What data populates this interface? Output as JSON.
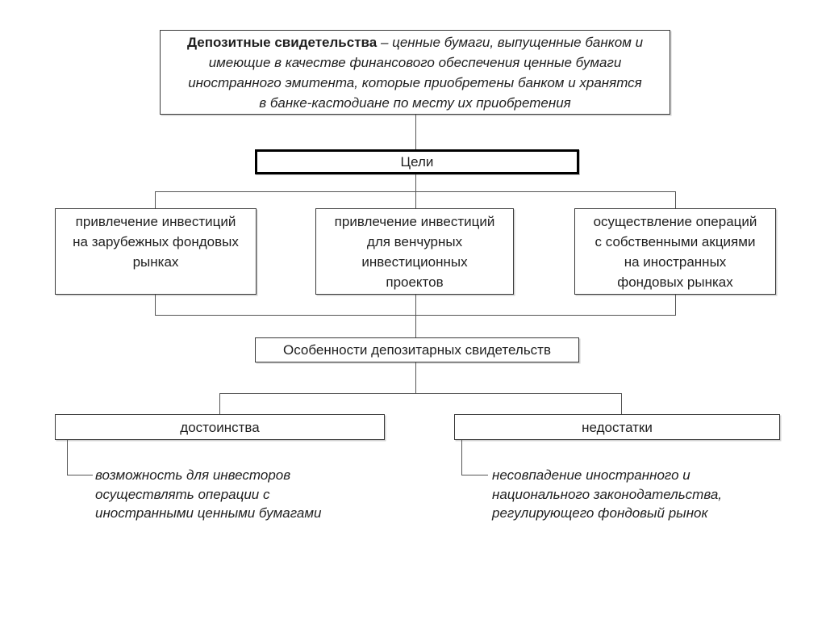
{
  "diagram": {
    "definition_box": {
      "term": "Депозитные свидетельства",
      "description": "– ценные бумаги, выпущенные банком и\nимеющие в качестве финансового обеспечения ценные бумаги\nиностранного эмитента, которые приобретены банком и хранятся\nв банке-кастодиане по месту их приобретения"
    },
    "goals_box": {
      "label": "Цели"
    },
    "goals": [
      {
        "label": "привлечение инвестиций\nна зарубежных фондовых\nрынках"
      },
      {
        "label": "привлечение инвестиций\nдля венчурных\nинвестиционных\nпроектов"
      },
      {
        "label": "осуществление операций\nс собственными акциями\nна иностранных\nфондовых рынках"
      }
    ],
    "features_box": {
      "label": "Особенности депозитарных свидетельств"
    },
    "advantages": {
      "label": "достоинства",
      "item": "возможность для инвесторов\nосуществлять операции с\nиностранными ценными бумагами"
    },
    "disadvantages": {
      "label": "недостатки",
      "item": "несовпадение иностранного и\nнационального законодательства,\nрегулирующего фондовый рынок"
    },
    "colors": {
      "box_border": "#3a3a3a",
      "emphasis_border": "#000000",
      "connector": "#555555",
      "text": "#1f1f1f",
      "background": "#ffffff"
    }
  }
}
